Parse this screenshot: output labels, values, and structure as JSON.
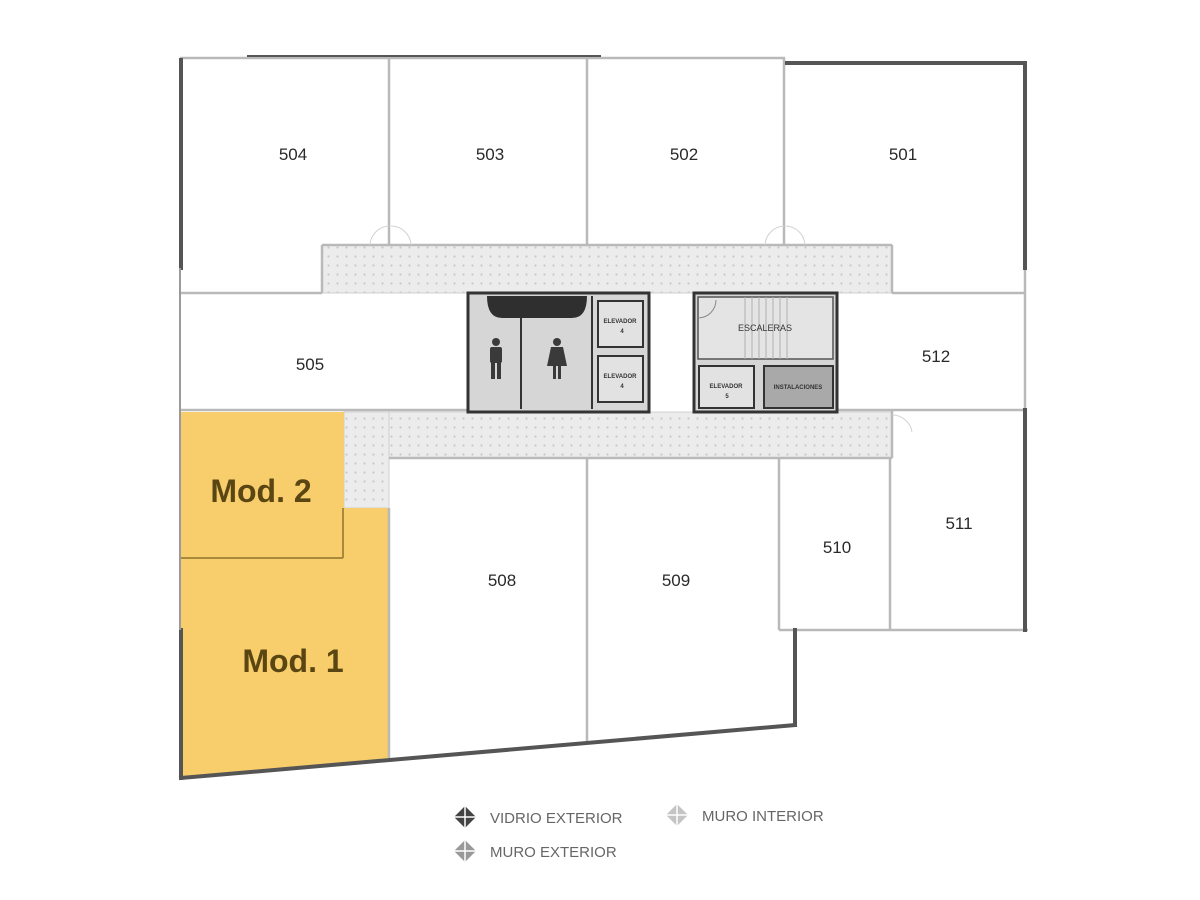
{
  "rooms": [
    {
      "id": "504",
      "label": "504"
    },
    {
      "id": "503",
      "label": "503"
    },
    {
      "id": "502",
      "label": "502"
    },
    {
      "id": "501",
      "label": "501"
    },
    {
      "id": "505",
      "label": "505"
    },
    {
      "id": "512",
      "label": "512"
    },
    {
      "id": "508",
      "label": "508"
    },
    {
      "id": "509",
      "label": "509"
    },
    {
      "id": "510",
      "label": "510"
    },
    {
      "id": "511",
      "label": "511"
    }
  ],
  "modules": [
    {
      "id": "mod2",
      "label": "Mod. 2"
    },
    {
      "id": "mod1",
      "label": "Mod. 1"
    }
  ],
  "core": {
    "elevator_label": "ELEVADOR",
    "elevator_num_1": "4",
    "elevator_num_2": "4",
    "elevator_label_3": "ELEVADOR",
    "elevator_num_3": "5",
    "stairs_label": "ESCALERAS",
    "services_label": "INSTALACIONES"
  },
  "legend": {
    "vidrio_exterior": "VIDRIO EXTERIOR",
    "muro_exterior": "MURO EXTERIOR",
    "muro_interior": "MURO INTERIOR"
  },
  "colors": {
    "module_fill": "#f8cd6b",
    "wall": "#4a4a4a",
    "interior_wall": "#b9b9b9",
    "corridor": "#e8e8e8",
    "core_fill": "#d6d6d6",
    "core_border": "#333333"
  }
}
